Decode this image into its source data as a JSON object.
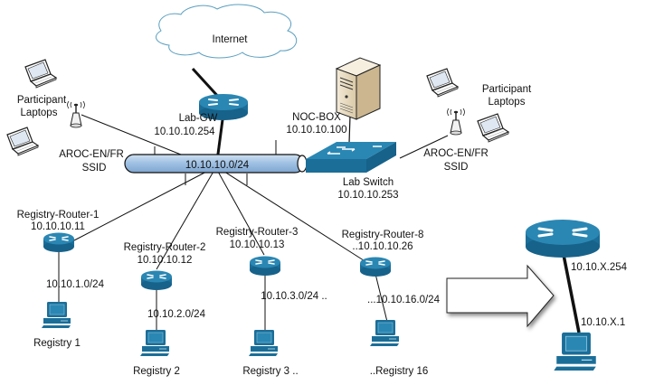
{
  "colors": {
    "device_blue": "#1b6e98",
    "device_blue_top": "#2a87b3",
    "bus_fill": "#a9c8e6",
    "cloud_stroke": "#5a9fbf",
    "line": "#111111"
  },
  "cloud": {
    "label": "Internet",
    "icon": "cloud-icon"
  },
  "gateway": {
    "name": "Lab-GW",
    "ip": "10.10.10.254",
    "icon": "router-icon"
  },
  "bus": {
    "label": "10.10.10.0/24"
  },
  "noc": {
    "name": "NOC-BOX",
    "ip": "10.10.10.100",
    "icon": "server-icon"
  },
  "switch": {
    "name": "Lab Switch",
    "ip": "10.10.10.253",
    "icon": "switch-icon"
  },
  "wireless_left": {
    "laptops_label_1": "Participant",
    "laptops_label_2": "Laptops",
    "ap_label_1": "AROC-EN/FR",
    "ap_label_2": "SSID"
  },
  "wireless_right": {
    "laptops_label_1": "Participant",
    "laptops_label_2": "Laptops",
    "ap_label_1": "AROC-EN/FR",
    "ap_label_2": "SSID"
  },
  "registries": [
    {
      "router_name": "Registry-Router-1",
      "router_ip": "10.10.10.11",
      "subnet": "10.10.1.0/24",
      "host": "Registry 1"
    },
    {
      "router_name": "Registry-Router-2",
      "router_ip": "10.10.10.12",
      "subnet": "10.10.2.0/24",
      "host": "Registry 2"
    },
    {
      "router_name": "Registry-Router-3",
      "router_ip": "10.10.10.13",
      "subnet": "10.10.3.0/24 ..",
      "host": "Registry 3 .."
    },
    {
      "router_name": "Registry-Router-8",
      "router_ip": "..10.10.10.26",
      "subnet": "...10.10.16.0/24",
      "host": "..Registry 16"
    }
  ],
  "detail": {
    "router_ip": "10.10.X.254",
    "host_ip": "10.10.X.1"
  }
}
